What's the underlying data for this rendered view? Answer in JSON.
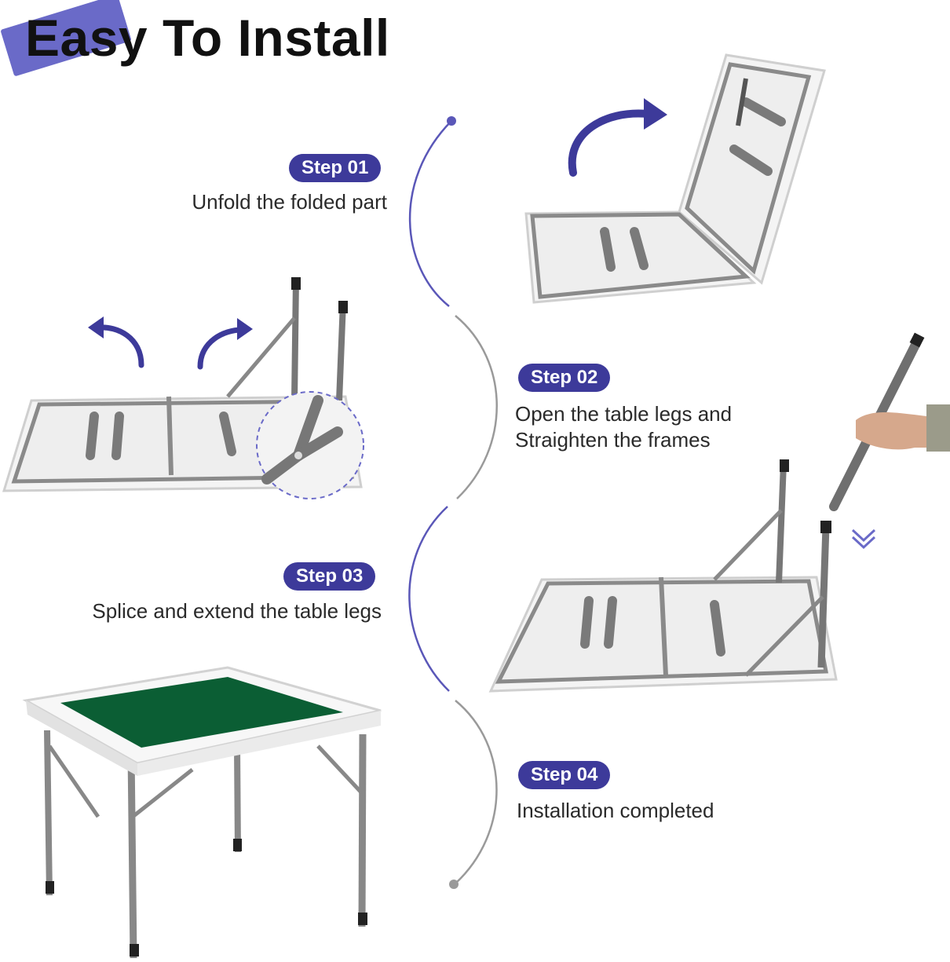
{
  "title": "Easy To Install",
  "steps": [
    {
      "badge": "Step 01",
      "caption_lines": [
        "Unfold the folded part"
      ]
    },
    {
      "badge": "Step 02",
      "caption_lines": [
        "Open the table legs and",
        "Straighten the frames"
      ]
    },
    {
      "badge": "Step 03",
      "caption_lines": [
        "Splice and extend the table legs"
      ]
    },
    {
      "badge": "Step 04",
      "caption_lines": [
        "Installation completed"
      ]
    }
  ],
  "colors": {
    "accent": "#3d3a9a",
    "title_highlight": "#6a6ac8",
    "timeline": "#5a57b8",
    "frame": "#7a7a7a",
    "tabletop": "#f4f4f4",
    "felt": "#0b5e34"
  }
}
